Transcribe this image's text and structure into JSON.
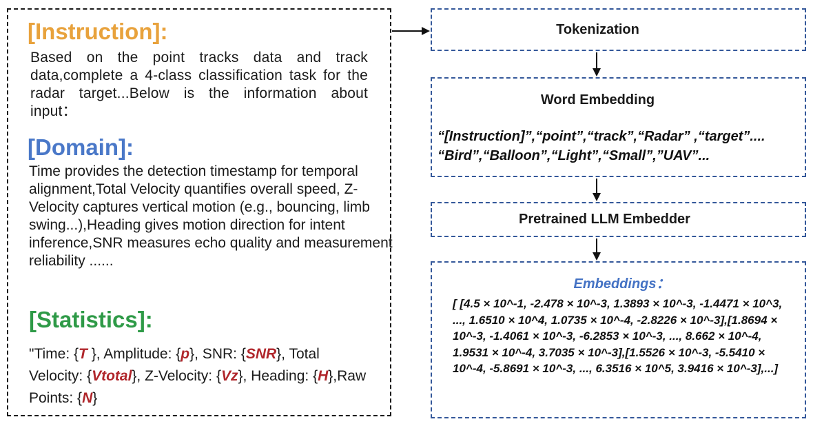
{
  "left": {
    "instruction": {
      "header": "[Instruction]:",
      "text": "Based on the point tracks data and track data,complete a 4-class classification task for the radar target...Below is the information about input："
    },
    "domain": {
      "header": "[Domain]:",
      "text": "Time  provides the detection timestamp for temporal alignment,Total Velocity  quantifies overall speed, Z-Velocity captures vertical motion (e.g., bouncing, limb swing...),Heading  gives motion direction for intent inference,SNR measures echo quality and measurement reliability ......"
    },
    "statistics": {
      "header": "[Statistics]:",
      "parts": {
        "p1": "\"Time: {",
        "v1": "T",
        "p2": " }, Amplitude: {",
        "v2": "p",
        "p3": "}, SNR: {",
        "v3": "SNR",
        "p4": "}, Total Velocity: {",
        "v4": "Vtotal",
        "p5": "}, Z-Velocity: {",
        "v5": "Vz",
        "p6": "}, Heading: {",
        "v6": "H",
        "p7": "},Raw Points: {",
        "v7": "N",
        "p8": "}"
      }
    }
  },
  "right": {
    "tokenization": {
      "title": "Tokenization"
    },
    "word_embedding": {
      "title": "Word Embedding",
      "line1": "“[Instruction]”,“point”,“track”,“Radar” ,“target”....",
      "line2": "“Bird”,“Balloon”,“Light”,“Small”,”UAV”..."
    },
    "llm_embedder": {
      "title": "Pretrained LLM Embedder"
    },
    "embeddings": {
      "title": "Embeddings：",
      "values": "[ [4.5 × 10^-1, -2.478 × 10^-3, 1.3893 × 10^-3, -1.4471 × 10^3, ..., 1.6510 × 10^4, 1.0735 × 10^-4, -2.8226 × 10^-3],[1.8694 × 10^-3, -1.4061 × 10^-3, -6.2853 × 10^-3, ..., 8.662 × 10^-4, 1.9531 × 10^-4, 3.7035 × 10^-3],[1.5526 × 10^-3, -5.5410 × 10^-4, -5.8691 × 10^-3, ..., 6.3516 × 10^5, 3.9416 × 10^-3],...]"
    }
  },
  "colors": {
    "instruction": "#e8a23c",
    "domain": "#4a78c8",
    "statistics": "#2e9a47",
    "variable": "#b0262b",
    "embeddings_title": "#4472c4",
    "right_border": "#34589a"
  }
}
